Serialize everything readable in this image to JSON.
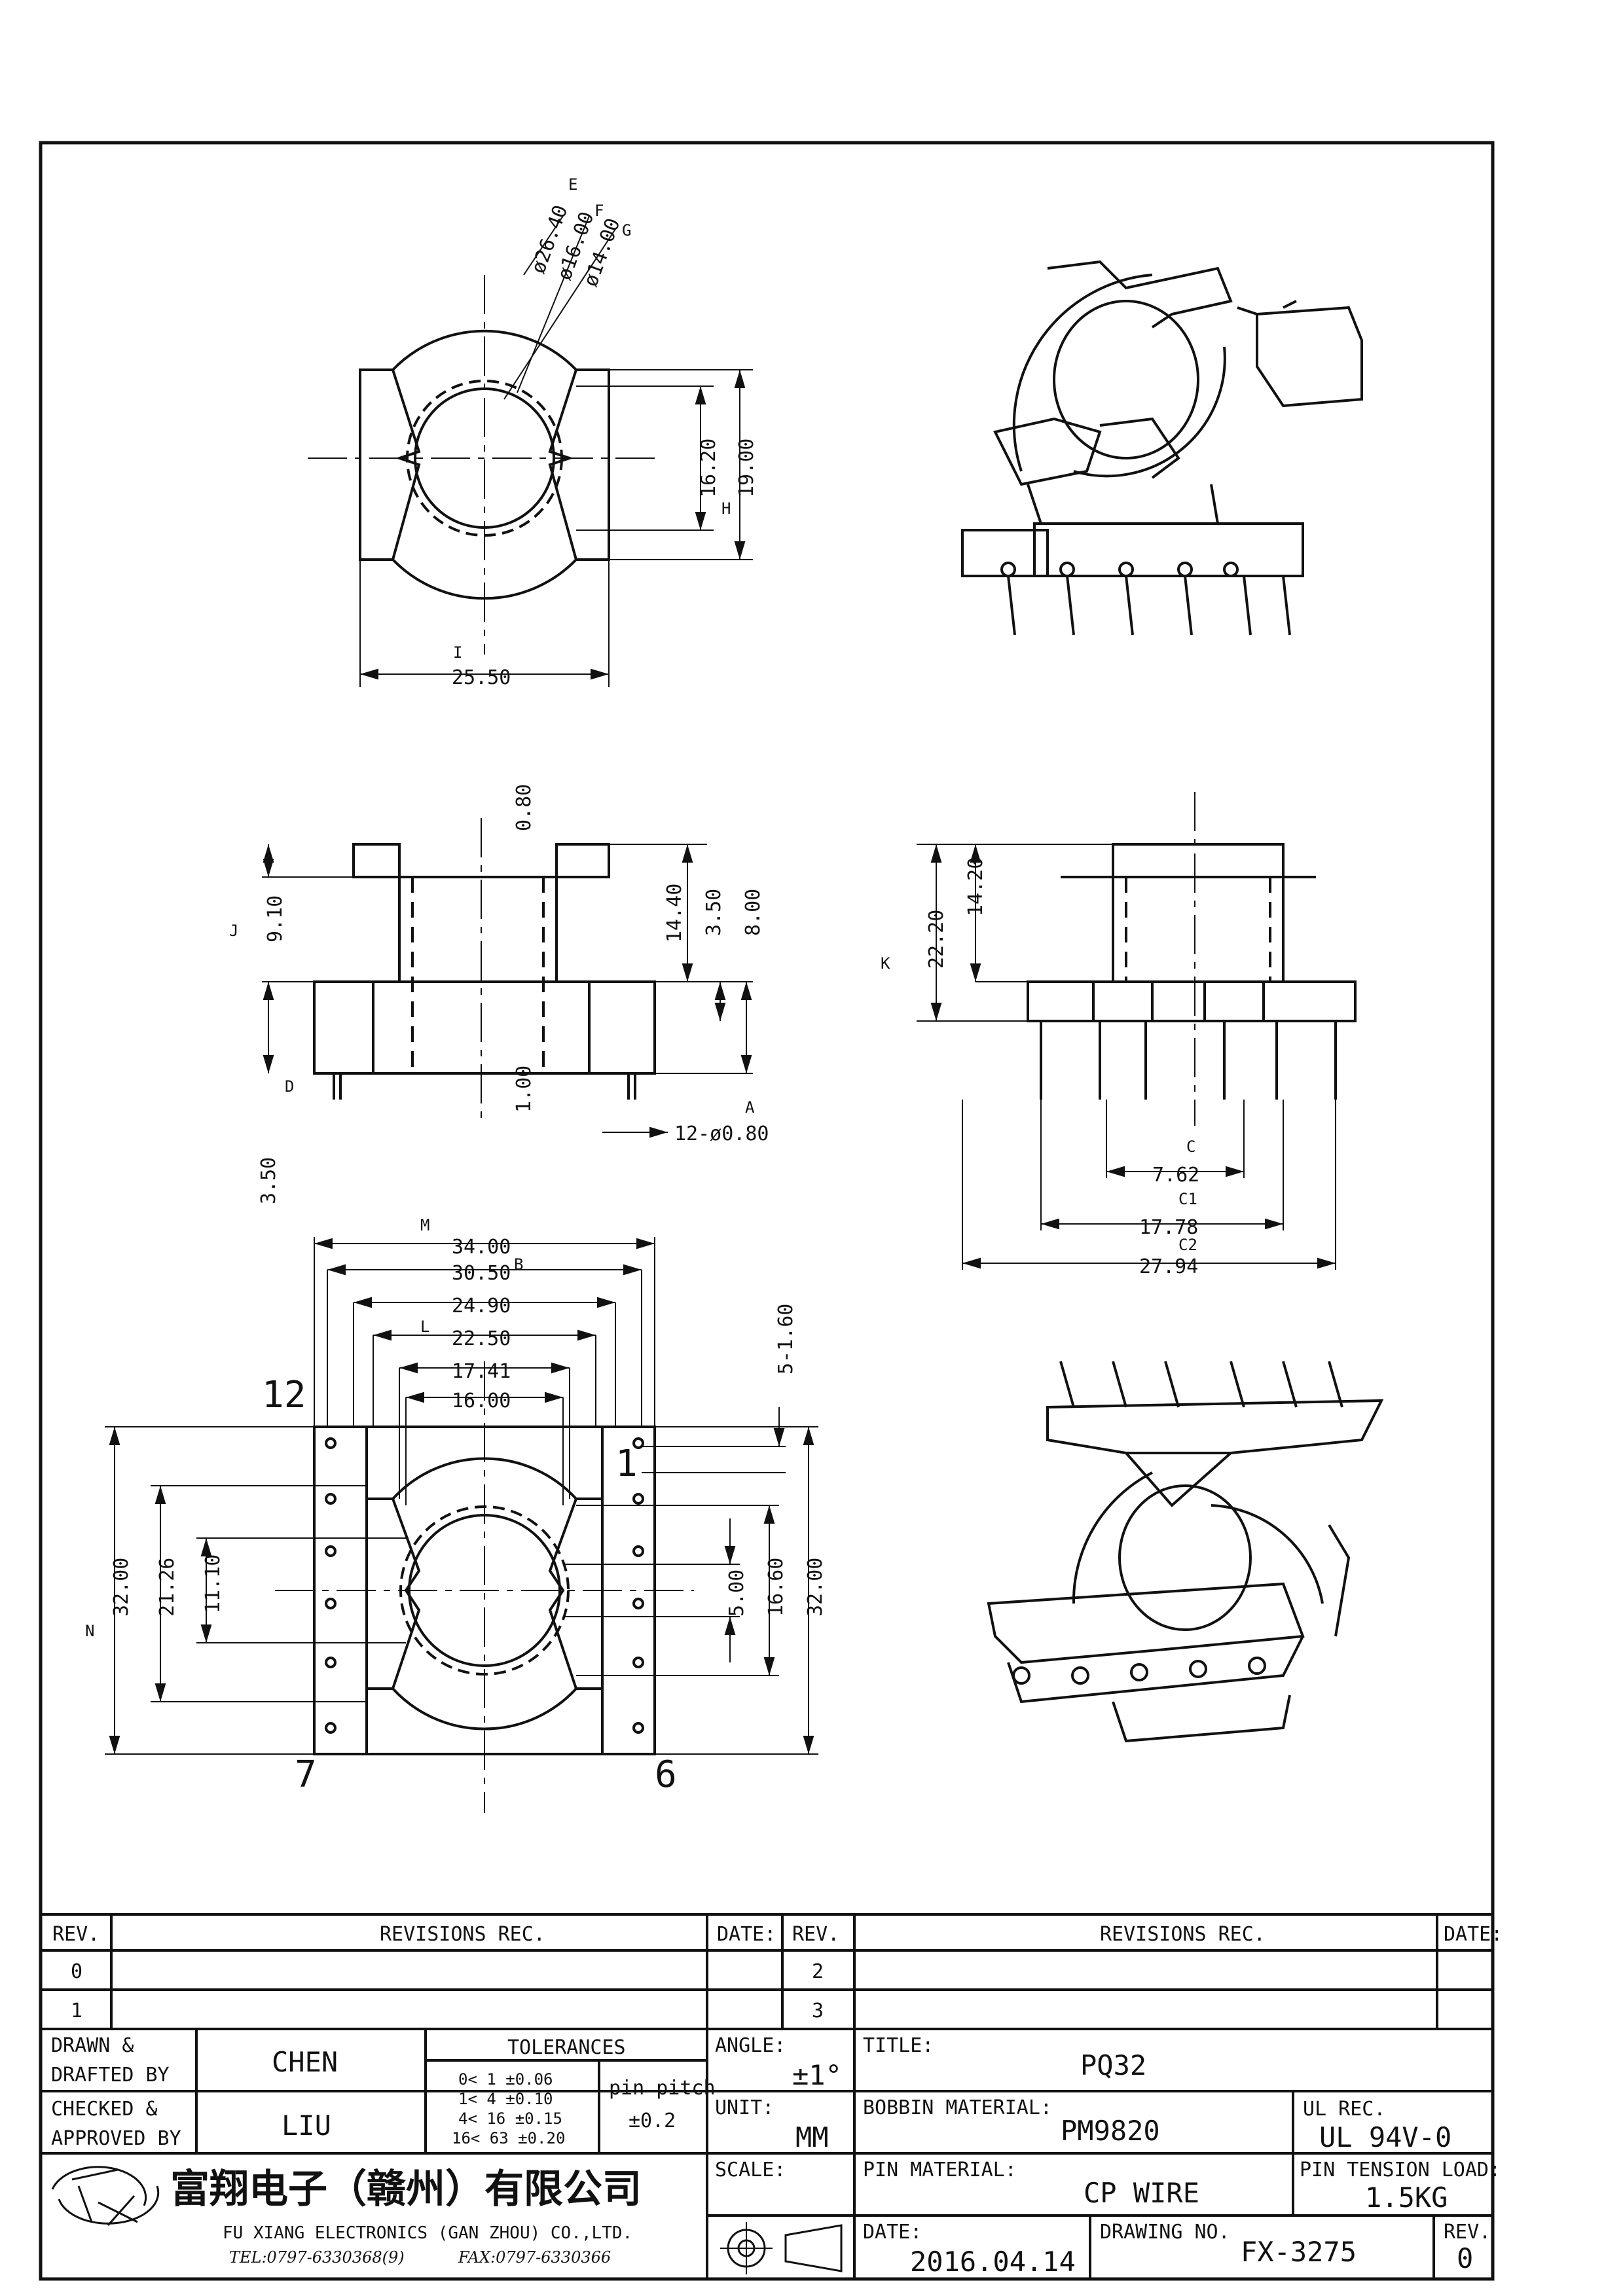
{
  "drawing": {
    "top_view": {
      "diameters": [
        "ø26.40",
        "ø16.00",
        "ø14.00"
      ],
      "diameter_markers": [
        "E",
        "F",
        "G"
      ],
      "height_1": "16.20",
      "height_2": "19.00",
      "height_marker": "H",
      "width": "25.50",
      "width_marker": "I"
    },
    "side_view": {
      "d1": "0.80",
      "d2": "9.10",
      "d2_marker": "J",
      "d3": "14.40",
      "d4": "3.50",
      "d5": "8.00",
      "d6": "1.00",
      "d7": "3.50",
      "d7_marker": "D",
      "pins": "12-ø0.80",
      "pins_marker": "A"
    },
    "front_view": {
      "h1": "22.20",
      "h1_marker": "K",
      "h2": "14.20",
      "p1": "7.62",
      "p1_marker": "C",
      "p2": "17.78",
      "p2_marker": "C1",
      "p3": "27.94",
      "p3_marker": "C2"
    },
    "bottom_view": {
      "w1": "34.00",
      "w1_marker": "M",
      "w2": "30.50",
      "w2_marker": "B",
      "w3": "24.90",
      "w4": "22.50",
      "w4_marker": "L",
      "w5": "17.41",
      "w6": "16.00",
      "slot": "5-1.60",
      "h1": "32.00",
      "h1_marker": "N",
      "h2": "21.26",
      "h3": "11.10",
      "h4": "5.00",
      "h5": "16.60",
      "h6": "32.00",
      "pin_labels": [
        "12",
        "1",
        "7",
        "6"
      ]
    }
  },
  "title_block": {
    "rev_header": "REV.",
    "revisions_header": "REVISIONS  REC.",
    "date_header": "DATE:",
    "revs_left": [
      "0",
      "1"
    ],
    "revs_right": [
      "2",
      "3"
    ],
    "drawn_label_1": "DRAWN &",
    "drawn_label_2": "DRAFTED BY",
    "drawn_by": "CHEN",
    "checked_label_1": "CHECKED &",
    "checked_label_2": "APPROVED BY",
    "checked_by": "LIU",
    "tolerances_label": "TOLERANCES",
    "tolerance_rows": [
      "0<  1  ±0.06",
      "1<  4  ±0.10",
      "4<  16 ±0.15",
      "16<  63 ±0.20"
    ],
    "pin_pitch_label": "pin pitch",
    "pin_pitch_value": "±0.2",
    "angle_label": "ANGLE:",
    "angle_value": "±1°",
    "unit_label": "UNIT:",
    "unit_value": "MM",
    "scale_label": "SCALE:",
    "title_label": "TITLE:",
    "title_value": "PQ32",
    "bobbin_label": "BOBBIN MATERIAL:",
    "bobbin_value": "PM9820",
    "ul_label": "UL REC.",
    "ul_value": "UL 94V-0",
    "pin_material_label": "PIN MATERIAL:",
    "pin_material_value": "CP WIRE",
    "pin_tension_label": "PIN TENSION LOAD:",
    "pin_tension_value": "1.5KG",
    "date_label": "DATE:",
    "date_value": "2016.04.14",
    "drawing_no_label": "DRAWING NO.",
    "drawing_no_value": "FX-3275",
    "rev_label": "REV.",
    "rev_value": "0",
    "company_cn": "富翔电子（赣州）有限公司",
    "company_en": "FU XIANG ELECTRONICS (GAN ZHOU) CO.,LTD.",
    "tel": "TEL:0797-6330368(9)",
    "fax": "FAX:0797-6330366"
  }
}
